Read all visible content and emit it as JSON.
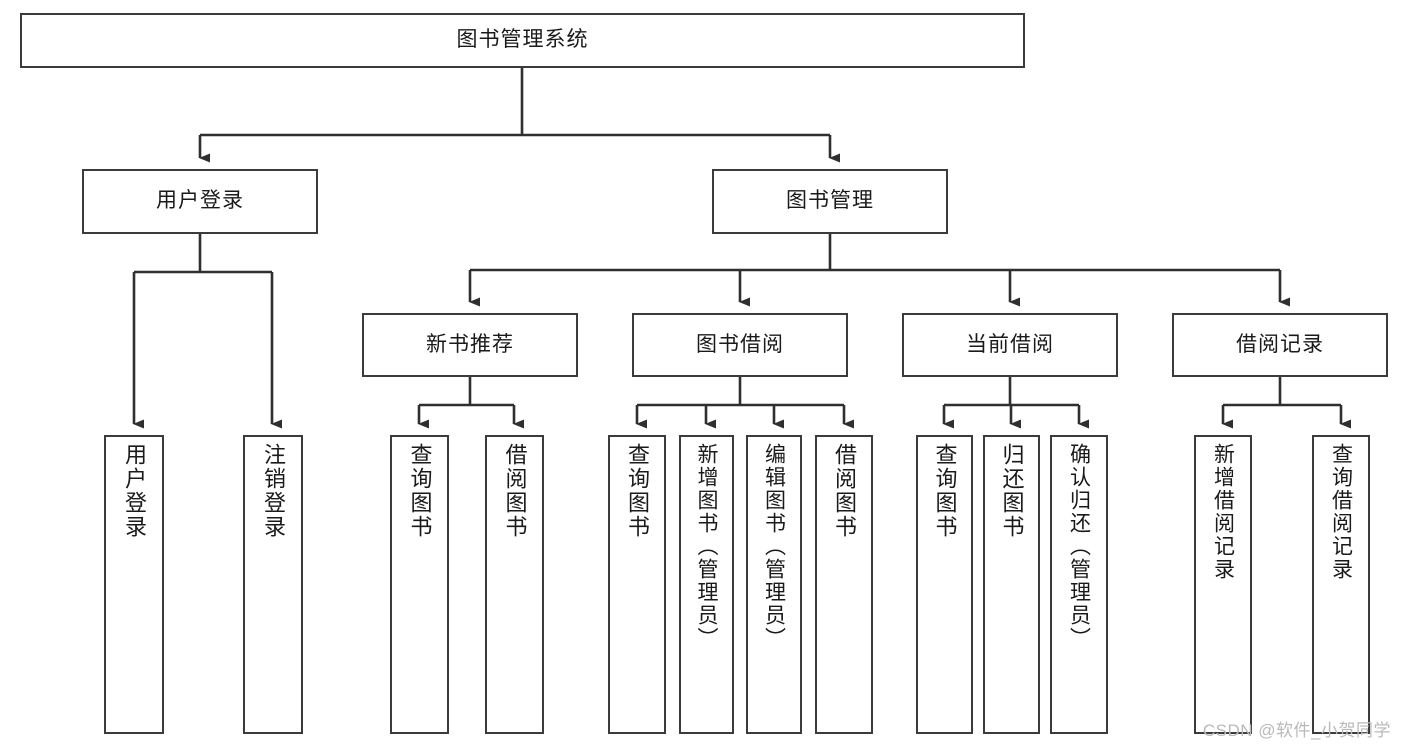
{
  "diagram": {
    "title": "图书管理系统",
    "type": "tree-hierarchy-chart",
    "root": {
      "label": "图书管理系统"
    },
    "level2": [
      {
        "label": "用户登录"
      },
      {
        "label": "图书管理"
      }
    ],
    "level3": [
      {
        "label": "新书推荐"
      },
      {
        "label": "图书借阅"
      },
      {
        "label": "当前借阅"
      },
      {
        "label": "借阅记录"
      }
    ],
    "leaves": {
      "user_login": [
        {
          "label": "用户登录"
        },
        {
          "label": "注销登录"
        }
      ],
      "new_book_recommend": [
        {
          "label": "查询图书"
        },
        {
          "label": "借阅图书"
        }
      ],
      "book_borrow": [
        {
          "label": "查询图书"
        },
        {
          "label": "新增图书（管理员）"
        },
        {
          "label": "编辑图书（管理员）"
        },
        {
          "label": "借阅图书"
        }
      ],
      "current_borrow": [
        {
          "label": "查询图书"
        },
        {
          "label": "归还图书"
        },
        {
          "label": "确认归还（管理员）"
        }
      ],
      "borrow_record": [
        {
          "label": "新增借阅记录"
        },
        {
          "label": "查询借阅记录"
        }
      ]
    }
  },
  "watermark": {
    "text": "CSDN @软件_小贺同学"
  },
  "colors": {
    "box_border": "#3b3b3b",
    "box_fill": "#ffffff",
    "text": "#1a1a1a",
    "connector": "#2f2f2f",
    "watermark": "#b9b9b9",
    "background": "#ffffff"
  }
}
